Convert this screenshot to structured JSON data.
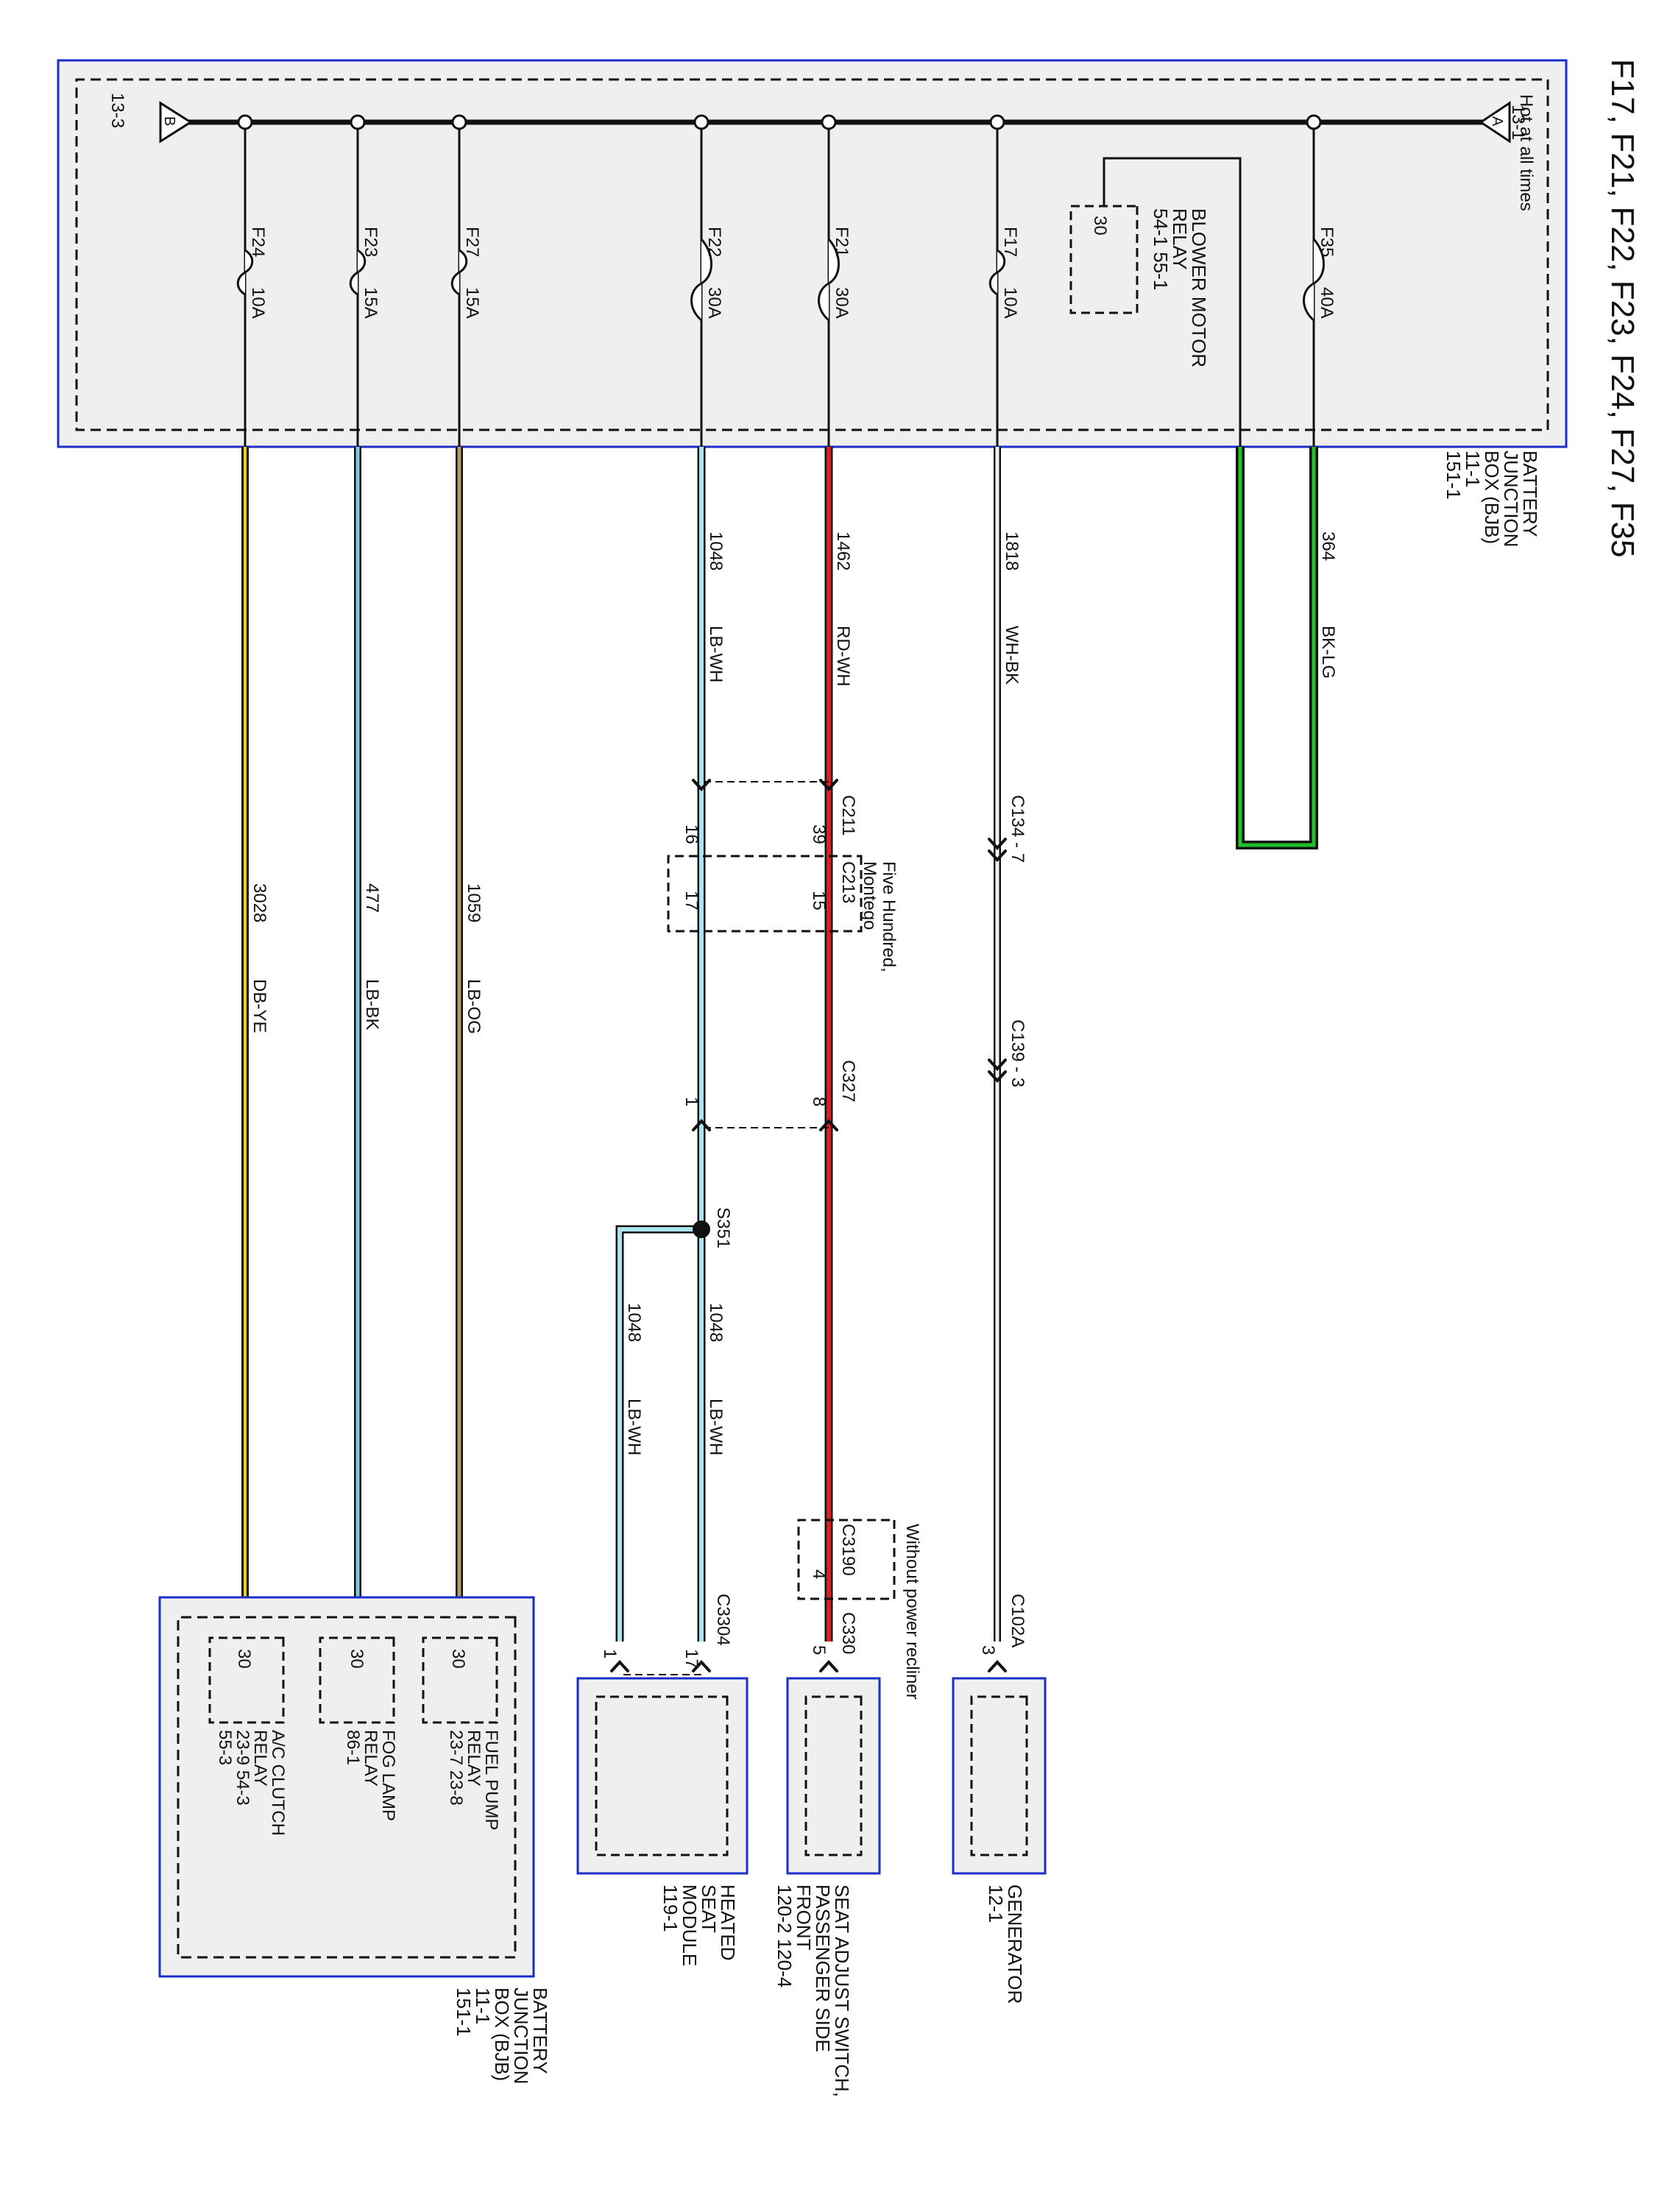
{
  "title": "F17, F21, F22, F23, F24, F27, F35",
  "hot_at_all_times": "Hot at all times",
  "bus": {
    "left_ref": "13-1",
    "right_ref": "13-3",
    "left_flag": "A",
    "right_flag": "B"
  },
  "bjb": {
    "lines": [
      "BATTERY",
      "JUNCTION",
      "BOX (BJB)",
      "11-1",
      "151-1"
    ]
  },
  "blower_relay": {
    "lines": [
      "BLOWER MOTOR",
      "RELAY",
      "54-1   55-1"
    ],
    "pin": "30"
  },
  "fuses": [
    {
      "id": "F35",
      "amps": "40A"
    },
    {
      "id": "F17",
      "amps": "10A"
    },
    {
      "id": "F21",
      "amps": "30A"
    },
    {
      "id": "F22",
      "amps": "30A"
    },
    {
      "id": "F27",
      "amps": "15A"
    },
    {
      "id": "F23",
      "amps": "15A"
    },
    {
      "id": "F24",
      "amps": "10A"
    }
  ],
  "wires": [
    {
      "circuit": "364",
      "color": "BK-LG",
      "hex": "#22c02a"
    },
    {
      "circuit": "1818",
      "color": "WH-BK",
      "hex": "#f2f2f2"
    },
    {
      "circuit": "1462",
      "color": "RD-WH",
      "hex": "#dd1e1e"
    },
    {
      "circuit": "1048",
      "color": "LB-WH",
      "hex": "#aee4f0"
    },
    {
      "circuit": "1059",
      "color": "LB-OG",
      "hex": "#b89a6a"
    },
    {
      "circuit": "477",
      "color": "LB-BK",
      "hex": "#7ec8dd"
    },
    {
      "circuit": "3028",
      "color": "DB-YE",
      "hex": "#e8d400"
    }
  ],
  "connectors": {
    "c134": "C134 - 7",
    "c139": "C139 - 3",
    "c211": "C211",
    "c211_p1": "39",
    "c211_p2": "16",
    "c213": "C213",
    "c213_p1": "15",
    "c213_p2": "17",
    "c213_note": [
      "Five Hundred,",
      "Montego"
    ],
    "c327": "C327",
    "c327_p1": "8",
    "c327_p2": "1",
    "s351": "S351",
    "c3190": "C3190",
    "c3190_pin": "4",
    "c330": "C330",
    "c330_pin": "5",
    "c3190_note": "Without power recliner",
    "c102a": "C102A",
    "c102a_pin": "3",
    "c3304": "C3304",
    "c3304_p1": "17",
    "c3304_p2": "1"
  },
  "split_wires": [
    {
      "circuit": "1048",
      "color": "LB-WH"
    },
    {
      "circuit": "1048",
      "color": "LB-WH"
    }
  ],
  "components": {
    "generator": [
      "GENERATOR",
      "12-1"
    ],
    "seat_switch": [
      "SEAT ADJUST SWITCH,",
      "PASSENGER SIDE",
      "FRONT",
      "120-2   120-4"
    ],
    "heated_seat": [
      "HEATED",
      "SEAT",
      "MODULE",
      "119-1"
    ]
  },
  "bottom_bjb": {
    "lines": [
      "BATTERY",
      "JUNCTION",
      "BOX (BJB)",
      "11-1",
      "151-1"
    ],
    "relays": [
      {
        "name": [
          "FUEL PUMP",
          "RELAY",
          "23-7    23-8"
        ],
        "pin": "30"
      },
      {
        "name": [
          "FOG LAMP",
          "RELAY",
          "86-1"
        ],
        "pin": "30"
      },
      {
        "name": [
          "A/C CLUTCH",
          "RELAY",
          "23-9      54-3",
          "55-3"
        ],
        "pin": "30"
      }
    ]
  },
  "colors": {
    "box_border": "#1a2ec8",
    "box_fill": "#efefef",
    "line": "#111111"
  }
}
